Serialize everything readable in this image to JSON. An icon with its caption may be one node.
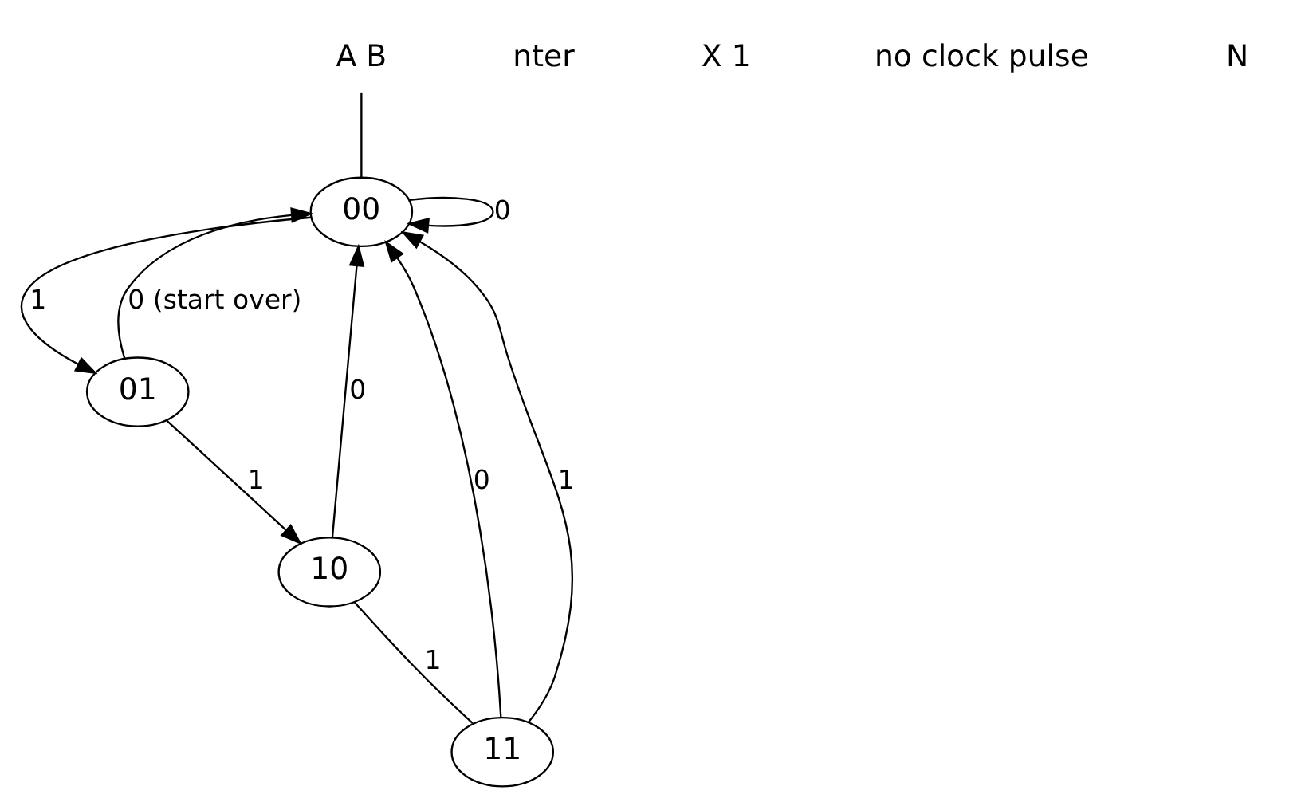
{
  "diagram": {
    "nodes": [
      {
        "text": [
          "00"
        ]
      },
      {
        "text": [
          "01"
        ]
      },
      {
        "text": [
          "10"
        ]
      },
      {
        "text": [
          "11"
        ]
      },
      {
        "text": [
          "A B"
        ]
      }
    ],
    "edges": [
      {
        "from": 0,
        "to": 0,
        "arrow": "to",
        "label": "0"
      },
      {
        "from": 0,
        "to": 1,
        "arrow": "to",
        "label": "1"
      },
      {
        "from": 1,
        "to": 0,
        "arrow": "to",
        "label": "0 (start over)"
      },
      {
        "from": 1,
        "to": 2,
        "arrow": "to",
        "label": "1"
      },
      {
        "from": 2,
        "to": 0,
        "arrow": "to",
        "label": "0"
      },
      {
        "from": 2,
        "to": 3,
        "arrow": "none",
        "label": "1"
      },
      {
        "from": 3,
        "to": 0,
        "arrow": "to",
        "label": "0"
      },
      {
        "from": 3,
        "to": 0,
        "arrow": "to",
        "label": "1"
      },
      {
        "from": 4,
        "to": 0,
        "arrow": "none"
      }
    ],
    "labels": [
      "nter",
      "X 1",
      "no clock pulse",
      "N"
    ]
  }
}
